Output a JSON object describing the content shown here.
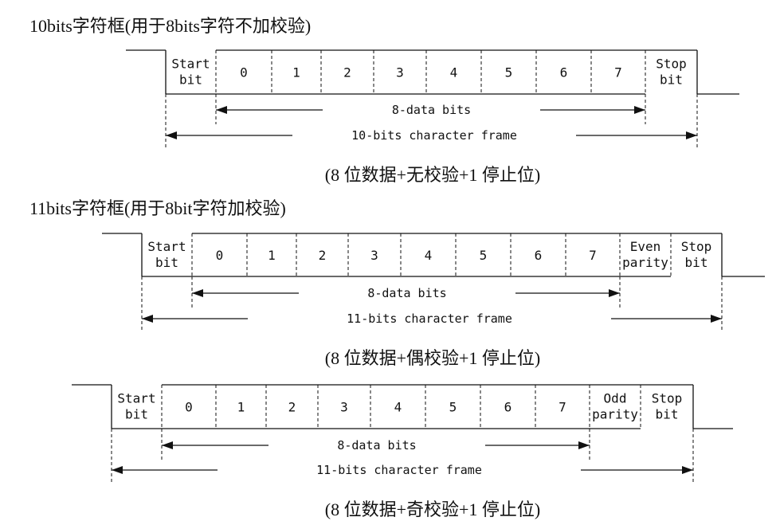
{
  "frames": [
    {
      "title": "10bits字符框(用于8bits字符不加校验)",
      "cells": [
        {
          "lines": [
            "Start",
            "bit"
          ]
        },
        {
          "lines": [
            "0"
          ]
        },
        {
          "lines": [
            "1"
          ]
        },
        {
          "lines": [
            "2"
          ]
        },
        {
          "lines": [
            "3"
          ]
        },
        {
          "lines": [
            "4"
          ]
        },
        {
          "lines": [
            "5"
          ]
        },
        {
          "lines": [
            "6"
          ]
        },
        {
          "lines": [
            "7"
          ]
        },
        {
          "lines": [
            "Stop",
            "bit"
          ]
        }
      ],
      "data_label": "8-data bits",
      "frame_label": "10-bits character frame",
      "caption": "(8 位数据+无校验+1 停止位)"
    },
    {
      "title": "11bits字符框(用于8bit字符加校验)",
      "cells": [
        {
          "lines": [
            "Start",
            "bit"
          ]
        },
        {
          "lines": [
            "0"
          ]
        },
        {
          "lines": [
            "1"
          ]
        },
        {
          "lines": [
            "2"
          ]
        },
        {
          "lines": [
            "3"
          ]
        },
        {
          "lines": [
            "4"
          ]
        },
        {
          "lines": [
            "5"
          ]
        },
        {
          "lines": [
            "6"
          ]
        },
        {
          "lines": [
            "7"
          ]
        },
        {
          "lines": [
            "Even",
            "parity"
          ]
        },
        {
          "lines": [
            "Stop",
            "bit"
          ]
        }
      ],
      "data_label": "8-data bits",
      "frame_label": "11-bits character frame",
      "caption": "(8 位数据+偶校验+1 停止位)"
    },
    {
      "title": "",
      "cells": [
        {
          "lines": [
            "Start",
            "bit"
          ]
        },
        {
          "lines": [
            "0"
          ]
        },
        {
          "lines": [
            "1"
          ]
        },
        {
          "lines": [
            "2"
          ]
        },
        {
          "lines": [
            "3"
          ]
        },
        {
          "lines": [
            "4"
          ]
        },
        {
          "lines": [
            "5"
          ]
        },
        {
          "lines": [
            "6"
          ]
        },
        {
          "lines": [
            "7"
          ]
        },
        {
          "lines": [
            "Odd",
            "parity"
          ]
        },
        {
          "lines": [
            "Stop",
            "bit"
          ]
        }
      ],
      "data_label": "8-data bits",
      "frame_label": "11-bits character frame",
      "caption": "(8 位数据+奇校验+1 停止位)"
    }
  ]
}
